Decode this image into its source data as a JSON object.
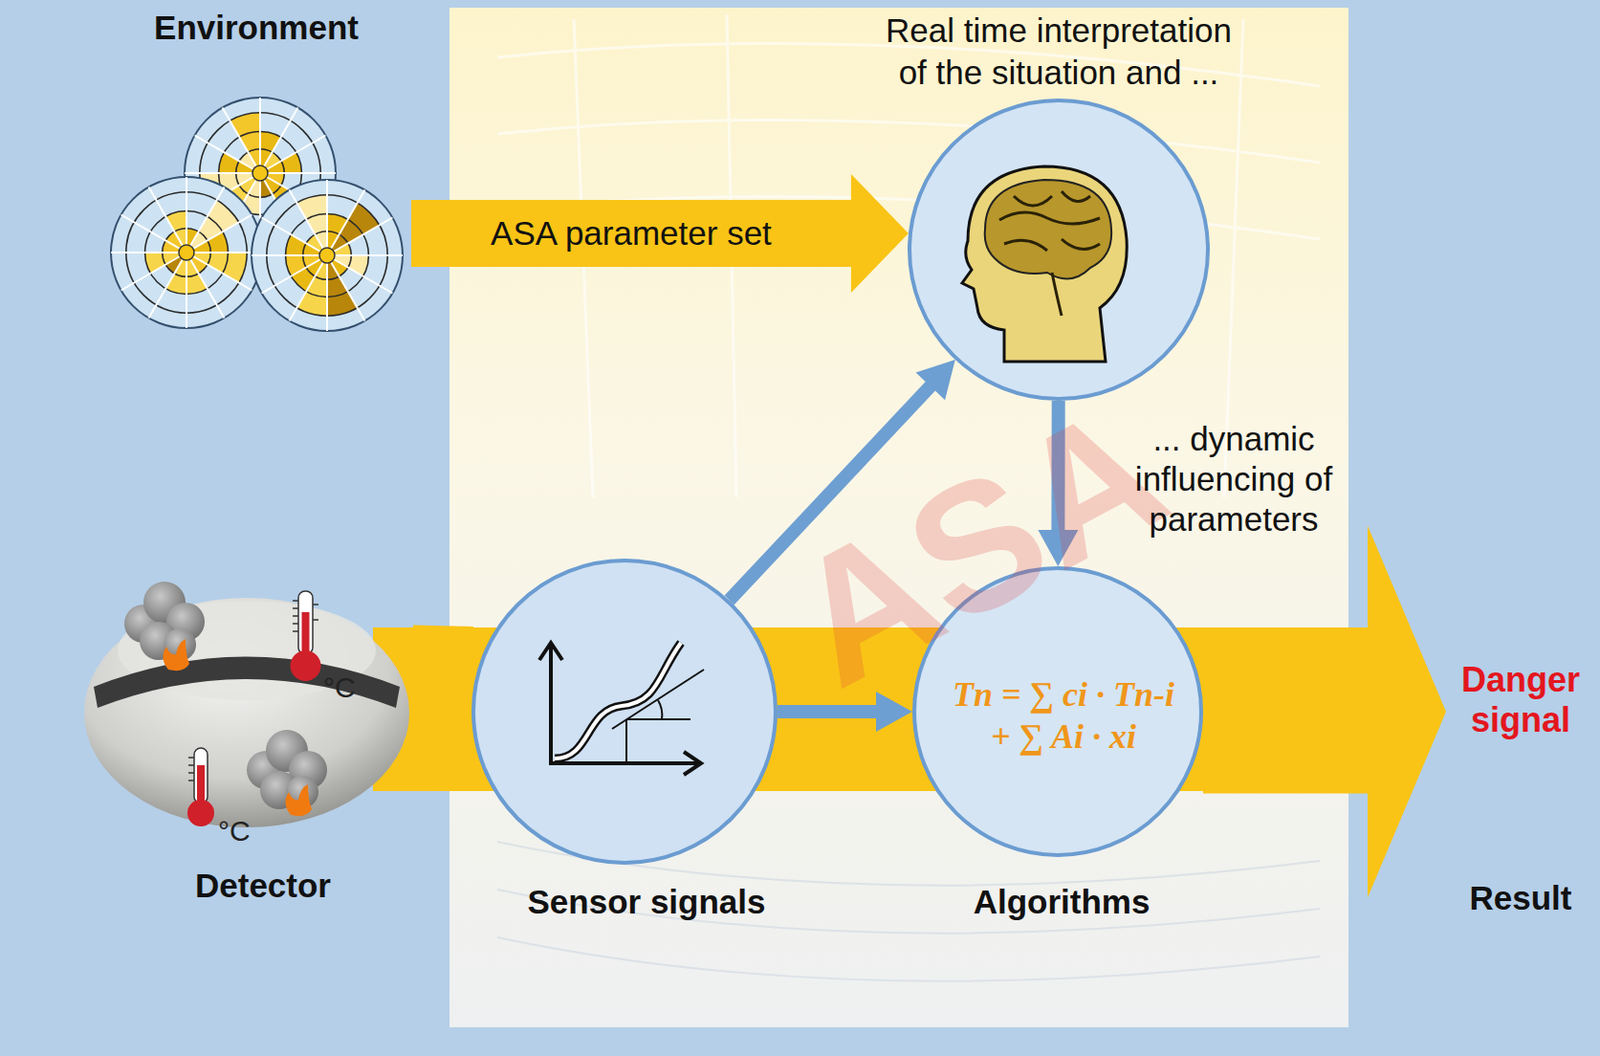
{
  "diagram": {
    "nodes": [
      {
        "text": [
          "Environment"
        ]
      },
      {
        "text": [
          "Real time interpretation of the situation and ..."
        ]
      },
      {
        "text": [
          "Detector"
        ]
      },
      {
        "text": [
          "Sensor signals"
        ]
      },
      {
        "text": [
          "Algorithms",
          "Tn = ∑ ci · Tn-i + ∑ Ai · xi"
        ]
      },
      {
        "text": [
          "Danger signal",
          "Result"
        ]
      }
    ],
    "edges": [
      {
        "from": 0,
        "to": 1,
        "arrow": "to",
        "label": "ASA parameter set"
      },
      {
        "from": 2,
        "to": 3,
        "arrow": "none"
      },
      {
        "from": 3,
        "to": 1,
        "arrow": "to"
      },
      {
        "from": 1,
        "to": 4,
        "arrow": "to",
        "label": "... dynamic influencing of parameters"
      },
      {
        "from": 3,
        "to": 4,
        "arrow": "to"
      },
      {
        "from": 4,
        "to": 5,
        "arrow": "to"
      }
    ],
    "labels": [
      "°C",
      "°C",
      "ASA"
    ]
  }
}
